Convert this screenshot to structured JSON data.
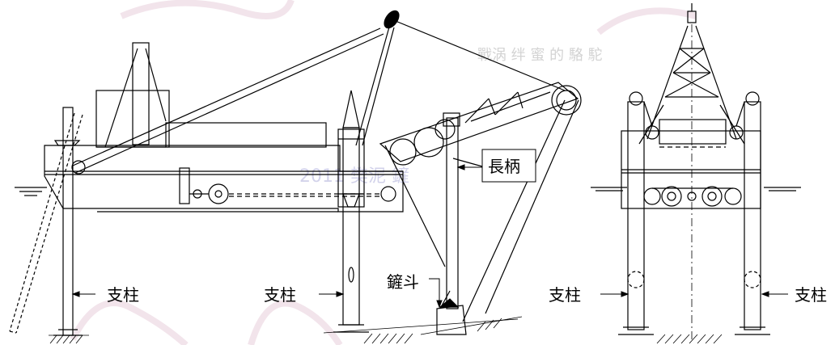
{
  "labels": {
    "handle": "長柄",
    "bucket": "鏟斗",
    "pillar": "支柱"
  },
  "watermark": {
    "center": "2011 樊泥 鏟",
    "top_right": "戰涡 绊 蜜 的 駱 駝"
  },
  "colors": {
    "line": "#000000",
    "watermark_pink": "#d9b3c6",
    "watermark_blue": "#c8c8e6"
  }
}
